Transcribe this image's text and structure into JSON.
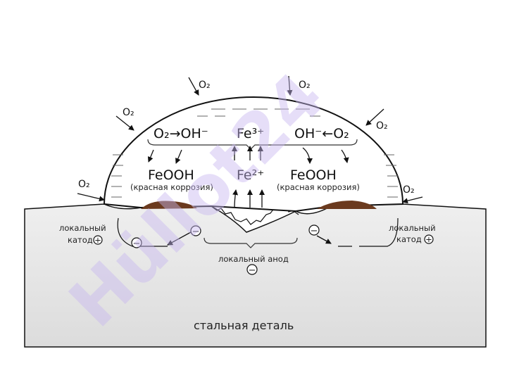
{
  "diagram": {
    "reaction_left": "O₂→OH⁻",
    "reaction_right": "OH⁻←O₂",
    "fe3": "Fe³⁺",
    "fe2": "Fe²⁺",
    "feooh_left": "FeOOH",
    "feooh_right": "FeOOH",
    "red_rust_left": "(красная коррозия)",
    "red_rust_right": "(красная коррозия)",
    "oxygen": "O₂",
    "local_cathode": "локальный",
    "cathode_word": "катод",
    "local_anode": "локальный анод",
    "plus": "+",
    "minus": "−",
    "steel_part": "стальная деталь",
    "watermark": "Hüllot24",
    "colors": {
      "watermark": "#c8b8f0",
      "steel": "#e6e6e6",
      "rust": "#6b3a1e",
      "line": "#111111"
    }
  }
}
